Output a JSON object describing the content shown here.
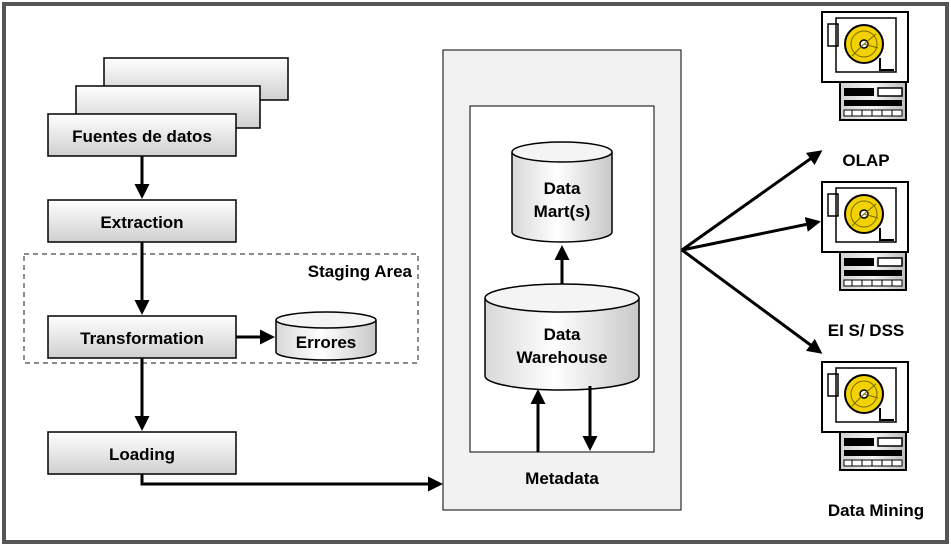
{
  "flow": {
    "sources": "Fuentes de datos",
    "extraction": "Extraction",
    "staging_area": "Staging Area",
    "transformation": "Transformation",
    "errors": "Errores",
    "loading": "Loading"
  },
  "warehouse": {
    "data_marts_line1": "Data",
    "data_marts_line2": "Mart(s)",
    "dw_line1": "Data",
    "dw_line2": "Warehouse",
    "metadata": "Metadata"
  },
  "clients": [
    {
      "label": "OLAP",
      "icon": "computer-icon"
    },
    {
      "label": "EI S/ DSS",
      "icon": "computer-icon"
    },
    {
      "label": "Data Mining",
      "icon": "computer-icon"
    }
  ],
  "colors": {
    "box_light": "#ffffff",
    "box_dark": "#d2d2d2",
    "disk_yellow": "#f2d200",
    "panel": "#f2f2f2"
  }
}
